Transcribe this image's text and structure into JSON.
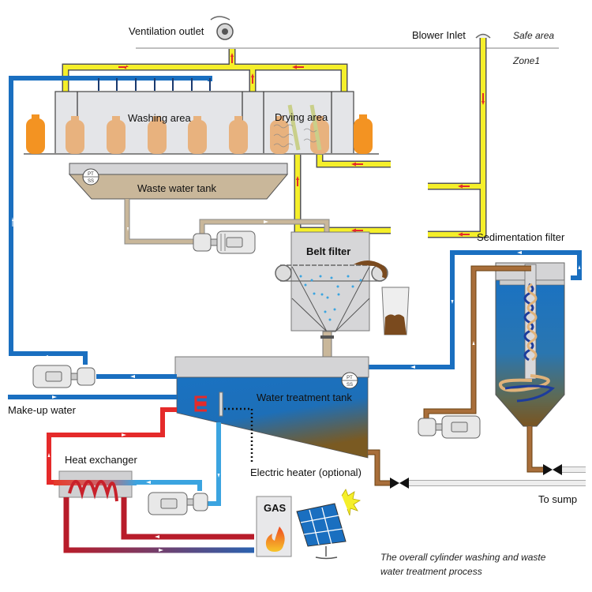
{
  "diagram": {
    "labels": {
      "ventilation_outlet": "Ventilation outlet",
      "blower_inlet": "Blower Inlet",
      "safe_area": "Safe area",
      "zone1": "Zone1",
      "washing_area": "Washing area",
      "drying_area": "Drying area",
      "waste_water_tank": "Waste water tank",
      "belt_filter": "Belt filter",
      "sedimentation_filter": "Sedimentation filter",
      "water_treatment_tank": "Water treatment tank",
      "make_up_water": "Make-up water",
      "heat_exchanger": "Heat exchanger",
      "electric_heater": "Electric heater (optional)",
      "gas": "GAS",
      "to_sump": "To sump",
      "sensor_top": "PT",
      "sensor_bottom": "SS"
    },
    "caption": {
      "line1": "The overall cylinder washing and waste",
      "line2": "water treatment process"
    },
    "colors": {
      "air_pipe": "#f5ef2a",
      "clean_water": "#1a6fc0",
      "light_water": "#3ba4e0",
      "hot_water": "#e52a2a",
      "dark_hot": "#b81c2a",
      "waste_water": "#c9b79a",
      "sludge": "#9a5c2c",
      "cylinder": "#f39322",
      "cylinder_faded": "#e8b27e",
      "chamber": "#e4e5e8",
      "arrow": "#e52a2a"
    }
  }
}
